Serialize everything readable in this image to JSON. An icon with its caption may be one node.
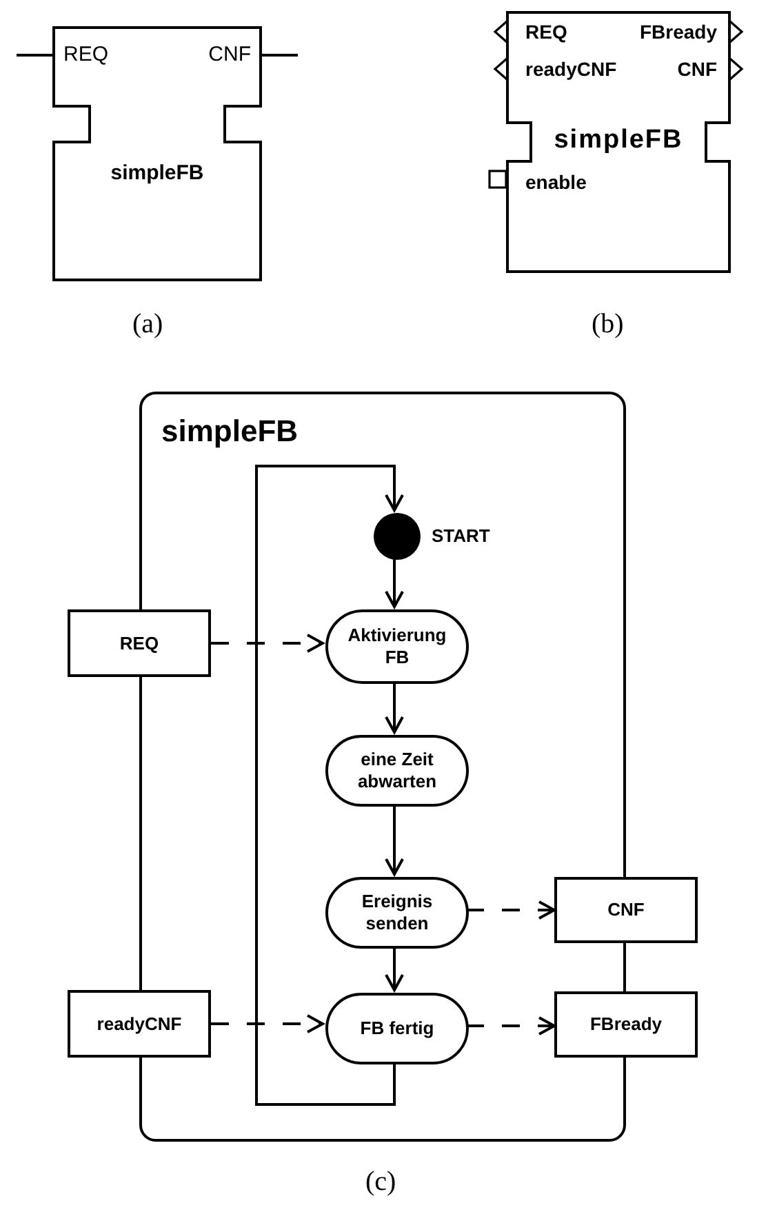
{
  "diagram": {
    "nodes": [
      {
        "text": [
          "REQ",
          "CNF",
          "simpleFB"
        ]
      },
      {
        "text": [
          "REQ",
          "FBready",
          "readyCNF",
          "CNF",
          "simpleFB",
          "enable"
        ]
      },
      {
        "text": [
          "simpleFB"
        ]
      },
      {
        "text": [],
        "shape": "circle",
        "beside": [
          "START"
        ],
        "in": 2
      },
      {
        "text": [
          "Aktivierung FB"
        ],
        "in": 2
      },
      {
        "text": [
          "REQ"
        ]
      },
      {
        "text": [
          "eine Zeit abwarten"
        ],
        "in": 2
      },
      {
        "text": [
          "Ereignis senden"
        ],
        "in": 2
      },
      {
        "text": [
          "CNF"
        ]
      },
      {
        "text": [
          "readyCNF"
        ]
      },
      {
        "text": [
          "FB fertig"
        ],
        "in": 2
      },
      {
        "text": [
          "FBready"
        ]
      }
    ],
    "edges": [
      {
        "from": 10,
        "to": 3,
        "arrow": "to"
      },
      {
        "from": 3,
        "to": 4,
        "arrow": "to"
      },
      {
        "from": 4,
        "to": 6,
        "arrow": "to"
      },
      {
        "from": 6,
        "to": 7,
        "arrow": "to"
      },
      {
        "from": 7,
        "to": 10,
        "arrow": "to"
      },
      {
        "from": 5,
        "to": 4,
        "arrow": "to",
        "style": "dashed"
      },
      {
        "from": 7,
        "to": 8,
        "arrow": "to",
        "style": "dashed"
      },
      {
        "from": 9,
        "to": 10,
        "arrow": "to",
        "style": "dashed"
      },
      {
        "from": 10,
        "to": 11,
        "arrow": "to",
        "style": "dashed"
      }
    ],
    "labels": [
      "(a)",
      "(b)",
      "(c)"
    ]
  }
}
